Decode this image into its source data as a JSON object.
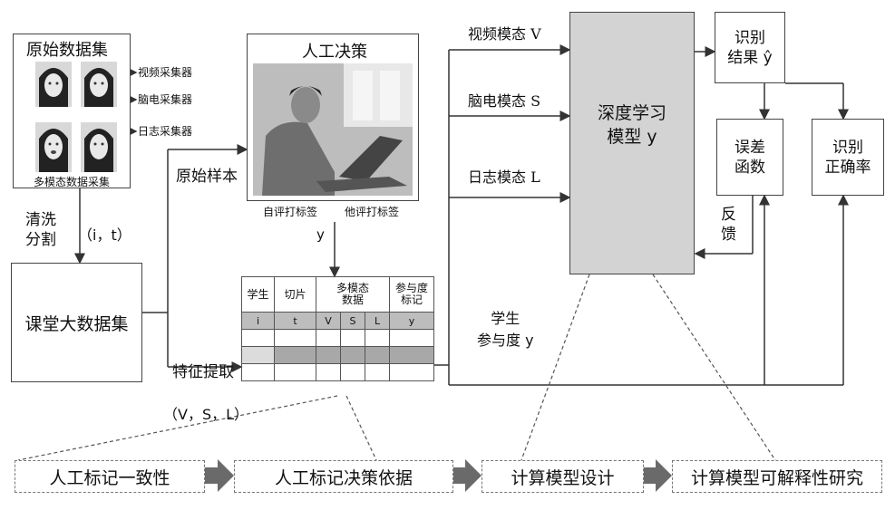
{
  "dataset_box": {
    "title": "原始数据集",
    "collectors": [
      "视频采集器",
      "脑电采集器",
      "日志采集器"
    ],
    "caption": "多模态数据采集"
  },
  "clean_label": "清洗\n分割",
  "it_label": "（i，t）",
  "bigdata_label": "课堂大数据集",
  "raw_sample_label": "原始样本",
  "feature_label": "特征提取",
  "vsl_label": "（V，S，L）",
  "human_box": {
    "title": "人工决策",
    "self_label": "自评打标签",
    "other_label": "他评打标签",
    "y_label": "y"
  },
  "feature_table": {
    "headers": [
      "学生",
      "切片",
      "多模态\n数据",
      "参与度\n标记"
    ],
    "symbols": [
      "i",
      "t",
      "V",
      "S",
      "L",
      "y"
    ]
  },
  "modalities": [
    "视频模态 V",
    "脑电模态 S",
    "日志模态 L"
  ],
  "student_label": "学生\n参与度 y",
  "model_label": "深度学习\n模型 y",
  "result_label": "识别\n结果 ŷ",
  "error_label": "误差\n函数",
  "feedback_label": "反\n馈",
  "accuracy_label": "识别\n正确率",
  "bottom_steps": [
    "人工标记一致性",
    "人工标记决策依据",
    "计算模型设计",
    "计算模型可解释性研究"
  ]
}
